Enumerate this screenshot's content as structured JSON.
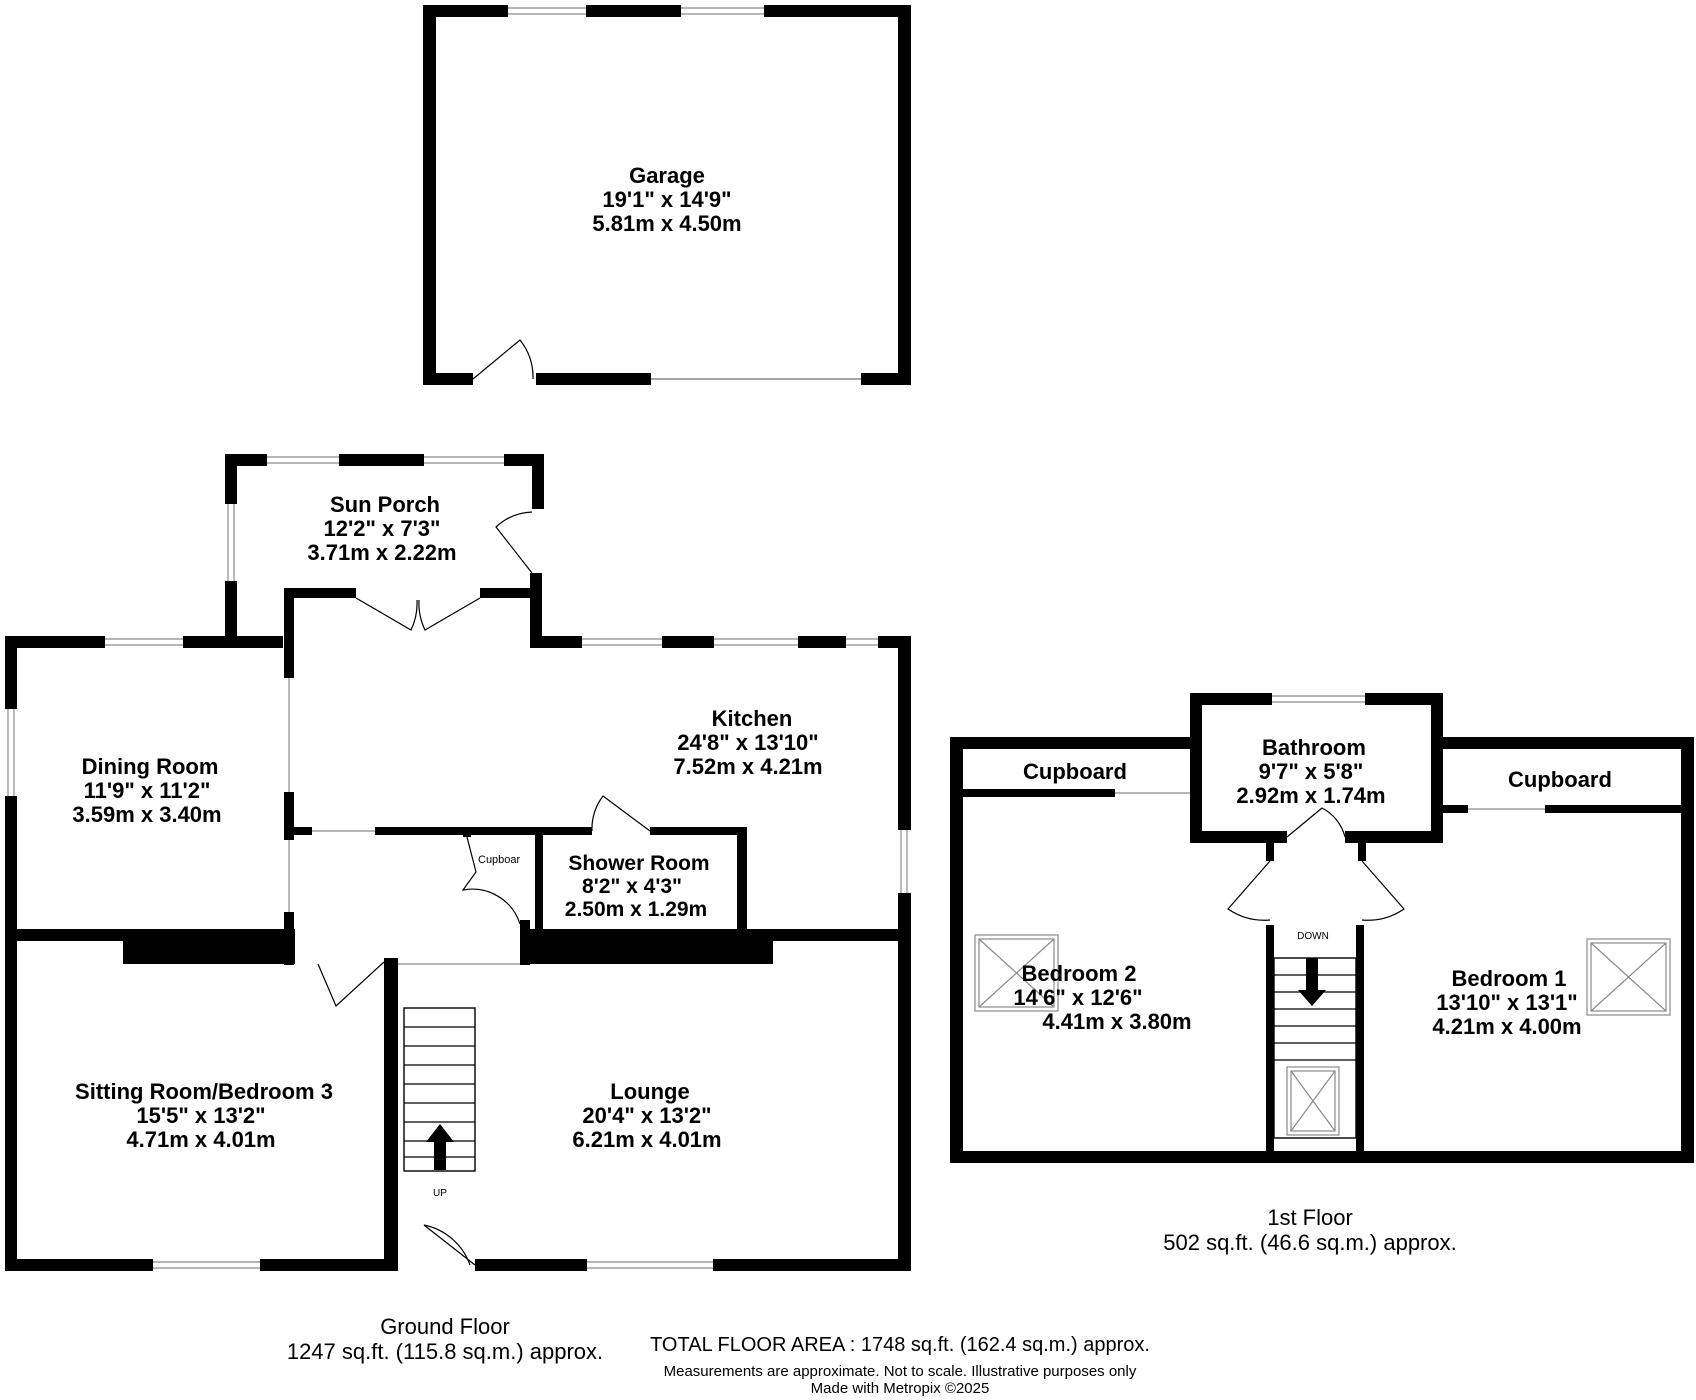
{
  "rooms": {
    "garage": {
      "name": "Garage",
      "imperial": "19'1\"  x 14'9\"",
      "metric": "5.81m  x 4.50m"
    },
    "sun_porch": {
      "name": "Sun Porch",
      "imperial": "12'2\"  x 7'3\"",
      "metric": "3.71m  x 2.22m"
    },
    "dining_room": {
      "name": "Dining Room",
      "imperial": "11'9\"  x 11'2\"",
      "metric": "3.59m  x 3.40m"
    },
    "kitchen": {
      "name": "Kitchen",
      "imperial": "24'8\"  x 13'10\"",
      "metric": "7.52m  x 4.21m"
    },
    "shower_room": {
      "name": "Shower Room",
      "imperial": "8'2\"  x 4'3\"",
      "metric": "2.50m  x 1.29m"
    },
    "ground_cupboard": {
      "name": "Cupboar"
    },
    "sitting_room": {
      "name": "Sitting Room/Bedroom 3",
      "imperial": "15'5\"  x 13'2\"",
      "metric": "4.71m  x 4.01m"
    },
    "lounge": {
      "name": "Lounge",
      "imperial": "20'4\"  x 13'2\"",
      "metric": "6.21m  x 4.01m"
    },
    "bathroom": {
      "name": "Bathroom",
      "imperial": "9'7\"  x 5'8\"",
      "metric": "2.92m  x 1.74m"
    },
    "cupboard_left": {
      "name": "Cupboard"
    },
    "cupboard_right": {
      "name": "Cupboard"
    },
    "bedroom_2": {
      "name": "Bedroom 2",
      "imperial": "14'6\"  x 12'6\"",
      "metric": "4.41m  x 3.80m"
    },
    "bedroom_1": {
      "name": "Bedroom 1",
      "imperial": "13'10\"  x 13'1\"",
      "metric": "4.21m  x 4.00m"
    }
  },
  "stairs": {
    "up_label": "UP",
    "down_label": "DOWN"
  },
  "floors": {
    "ground": {
      "title": "Ground Floor",
      "area": "1247 sq.ft. (115.8 sq.m.) approx."
    },
    "first": {
      "title": "1st Floor",
      "area": "502 sq.ft. (46.6 sq.m.) approx."
    }
  },
  "footer": {
    "total": "TOTAL FLOOR AREA : 1748 sq.ft. (162.4 sq.m.) approx.",
    "disclaimer": "Measurements are approximate.  Not to scale.  Illustrative purposes only",
    "made_with": "Made with Metropix ©2025"
  },
  "colors": {
    "wall": "#000000",
    "window_line": "#8a8a8a",
    "background": "#ffffff"
  }
}
